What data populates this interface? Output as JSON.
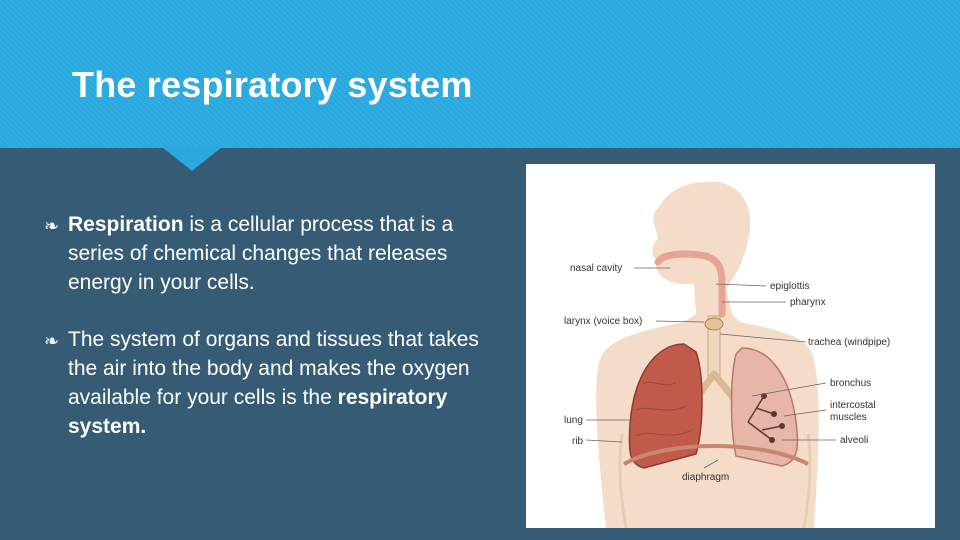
{
  "slide": {
    "title": "The respiratory system"
  },
  "bullets": [
    {
      "icon": "leaf-bullet-icon",
      "bold": "Respiration",
      "text": " is a cellular process that is a series of chemical changes that releases energy in your cells."
    },
    {
      "icon": "leaf-bullet-icon",
      "text": "The system of organs and tissues that takes the air into the body and makes the oxygen available for your cells is the ",
      "bold": "respiratory system."
    }
  ],
  "diagram": {
    "labels": {
      "nasal_cavity": "nasal cavity",
      "epiglottis": "epiglottis",
      "pharynx": "pharynx",
      "larynx": "larynx (voice box)",
      "trachea": "trachea (windpipe)",
      "bronchus": "bronchus",
      "intercostal": "intercostal",
      "muscles": "muscles",
      "lung": "lung",
      "rib": "rib",
      "alveoli": "alveoli",
      "diaphragm": "diaphragm"
    }
  },
  "colors": {
    "header": "#29a9df",
    "background": "#355b75",
    "skin": "#f5dcc8",
    "lung": "#c25a4c"
  }
}
